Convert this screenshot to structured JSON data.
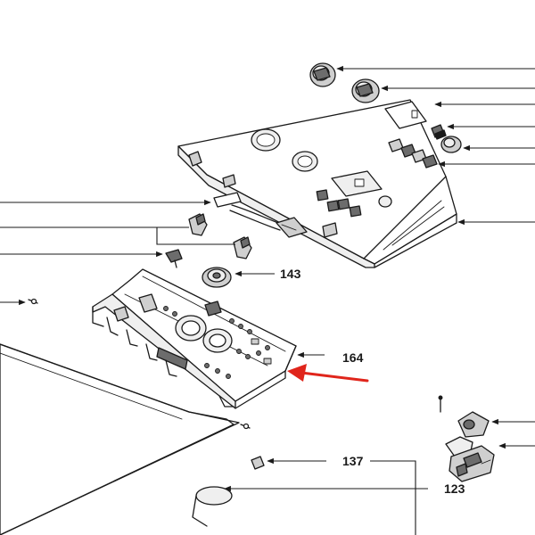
{
  "callouts": {
    "part_143": "143",
    "part_164": "164",
    "part_137": "137",
    "part_123": "123"
  },
  "colors": {
    "highlight_arrow": "#e0251b",
    "line": "#1a1a1a"
  },
  "icons": {
    "leader_arrowhead": "arrowhead-icon"
  }
}
